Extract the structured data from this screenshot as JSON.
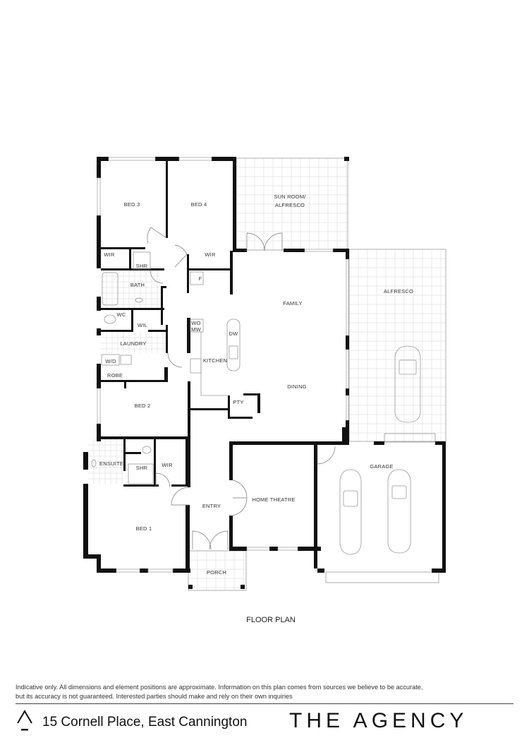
{
  "plan": {
    "title": "FLOOR PLAN",
    "rooms": {
      "bed3": "BED 3",
      "bed4": "BED 4",
      "sunroom_line1": "SUN ROOM/",
      "sunroom_line2": "ALFRESCO",
      "wir_bed3": "WIR",
      "shr_bath": "SHR",
      "wir_bed4": "WIR",
      "bath": "BATH",
      "fridge": "F",
      "family": "FAMILY",
      "wc": "WC",
      "wil": "WIL",
      "wo": "WO",
      "mw": "MW",
      "dw": "DW",
      "laundry": "LAUNDRY",
      "kitchen": "KITCHEN",
      "wd": "W/D",
      "robe": "ROBE",
      "dining": "DINING",
      "pantry": "PTY",
      "bed2": "BED 2",
      "alfresco": "ALFRESCO",
      "garage": "GARAGE",
      "ensuite": "ENSUITE",
      "shr_ensuite": "SHR",
      "wir_bed1": "WIR",
      "home_theatre": "HOME THEATRE",
      "entry": "ENTRY",
      "bed1": "BED 1",
      "porch": "PORCH"
    }
  },
  "footer": {
    "disclaimer_line1": "Indicative only. All dimensions and element positions are approximate. Information on this plan comes from sources we believe to be accurate,",
    "disclaimer_line2": "but its accuracy is not guaranteed. Interested parties should make and rely on their own inquiries",
    "address": "15 Cornell Place, East Cannington",
    "brand": "THE AGENCY"
  }
}
